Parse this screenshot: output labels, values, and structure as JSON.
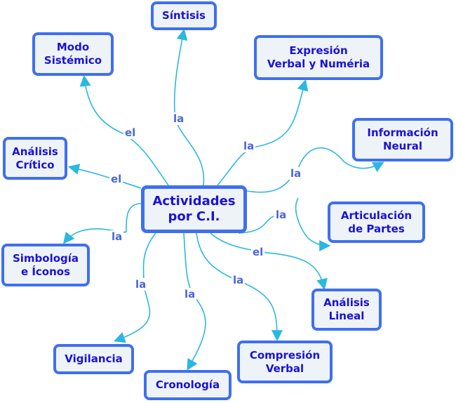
{
  "center": "Actividades\npor C.I.",
  "nodes": {
    "sintisis": "Síntisis",
    "modo": "Modo\nSistémico",
    "expresion": "Expresión\nVerbal y Numéria",
    "informacion": "Información\nNeural",
    "analisis_critico": "Análisis\nCrítico",
    "articulacion": "Articulación\nde Partes",
    "simbologia": "Simbología\ne Íconos",
    "analisis_lineal": "Análisis\nLineal",
    "vigilancia": "Vigilancia",
    "compresion": "Compresión\nVerbal",
    "cronologia": "Cronología"
  },
  "links": {
    "modo": "el",
    "sintisis": "la",
    "expresion": "la",
    "informacion": "la",
    "analisis_critico": "el",
    "articulacion": "la",
    "simbologia": "la",
    "analisis_lineal": "el",
    "vigilancia": "la",
    "cronologia": "la",
    "compresion": "la"
  },
  "colors": {
    "border": "#3f6ff0",
    "fill": "#eef3f7",
    "text": "#1a12d6",
    "link": "#2ab8e0",
    "link_label": "#4a68d8"
  }
}
